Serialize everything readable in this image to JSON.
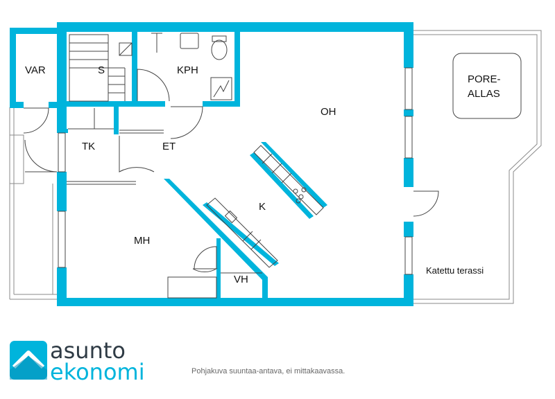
{
  "rooms": {
    "var": "VAR",
    "s": "S",
    "kph": "KPH",
    "oh": "OH",
    "tk": "TK",
    "et": "ET",
    "k": "K",
    "mh": "MH",
    "vh": "VH",
    "poreallas_line1": "PORE-",
    "poreallas_line2": "ALLAS",
    "katettu_terassi": "Katettu terassi"
  },
  "branding": {
    "name_top": "asunto",
    "name_bottom": "ekonomi",
    "color_primary": "#00b4dc",
    "color_text": "#2f3b45"
  },
  "footer": {
    "note": "Pohjakuva suuntaa-antava, ei mittakaavassa."
  },
  "colors": {
    "wall": "#00b4dc",
    "line": "#444444"
  }
}
